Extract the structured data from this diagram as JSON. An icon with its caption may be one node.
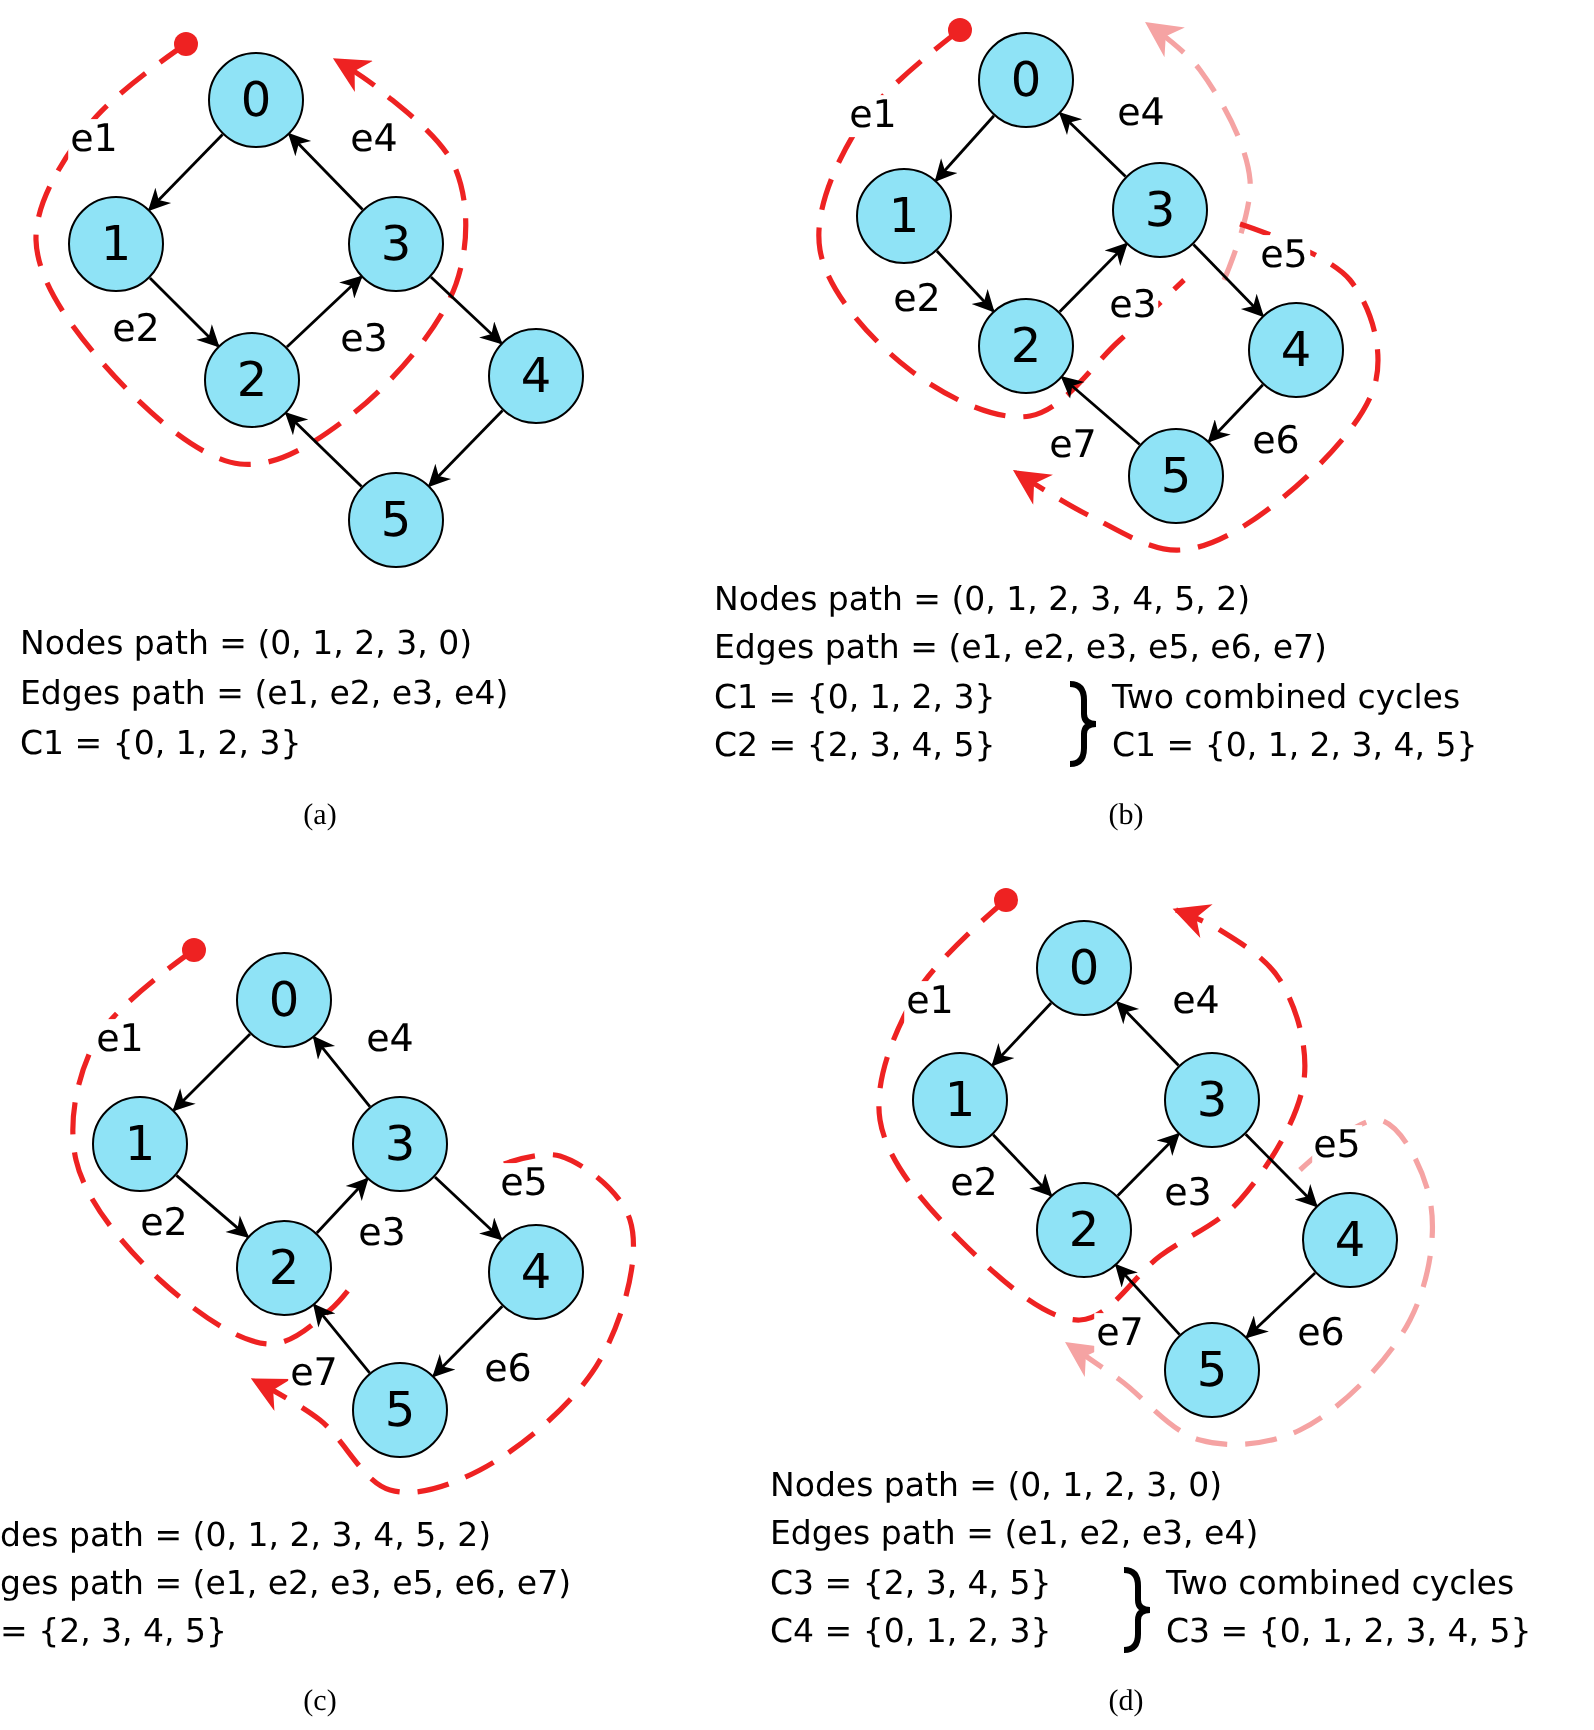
{
  "diagram": {
    "nodes": [
      {
        "text": [
          "0"
        ]
      },
      {
        "text": [
          "1"
        ]
      },
      {
        "text": [
          "3"
        ]
      },
      {
        "text": [
          "2"
        ]
      },
      {
        "text": [
          "4"
        ]
      },
      {
        "text": [
          "5"
        ]
      },
      {
        "text": [
          "0"
        ]
      },
      {
        "text": [
          "1"
        ]
      },
      {
        "text": [
          "3"
        ]
      },
      {
        "text": [
          "2"
        ]
      },
      {
        "text": [
          "4"
        ]
      },
      {
        "text": [
          "5"
        ]
      },
      {
        "text": [
          "0"
        ]
      },
      {
        "text": [
          "1"
        ]
      },
      {
        "text": [
          "3"
        ]
      },
      {
        "text": [
          "2"
        ]
      },
      {
        "text": [
          "4"
        ]
      },
      {
        "text": [
          "5"
        ]
      },
      {
        "text": [
          "0"
        ]
      },
      {
        "text": [
          "1"
        ]
      },
      {
        "text": [
          "3"
        ]
      },
      {
        "text": [
          "2"
        ]
      },
      {
        "text": [
          "4"
        ]
      },
      {
        "text": [
          "5"
        ]
      }
    ],
    "edges": [
      {
        "from": 0,
        "to": 1,
        "arrow": "to",
        "label": "e1"
      },
      {
        "from": 1,
        "to": 3,
        "arrow": "to",
        "label": "e2"
      },
      {
        "from": 3,
        "to": 2,
        "arrow": "to",
        "label": "e3"
      },
      {
        "from": 2,
        "to": 0,
        "arrow": "to",
        "label": "e4"
      },
      {
        "from": 2,
        "to": 4,
        "arrow": "to"
      },
      {
        "from": 4,
        "to": 5,
        "arrow": "to"
      },
      {
        "from": 5,
        "to": 3,
        "arrow": "to"
      },
      {
        "from": 6,
        "to": 7,
        "arrow": "to",
        "label": "e1"
      },
      {
        "from": 7,
        "to": 9,
        "arrow": "to",
        "label": "e2"
      },
      {
        "from": 9,
        "to": 8,
        "arrow": "to",
        "label": "e3"
      },
      {
        "from": 8,
        "to": 6,
        "arrow": "to",
        "label": "e4"
      },
      {
        "from": 8,
        "to": 10,
        "arrow": "to",
        "label": "e5"
      },
      {
        "from": 10,
        "to": 11,
        "arrow": "to",
        "label": "e6"
      },
      {
        "from": 11,
        "to": 9,
        "arrow": "to",
        "label": "e7"
      },
      {
        "from": 12,
        "to": 13,
        "arrow": "to",
        "label": "e1"
      },
      {
        "from": 13,
        "to": 15,
        "arrow": "to",
        "label": "e2"
      },
      {
        "from": 15,
        "to": 14,
        "arrow": "to",
        "label": "e3"
      },
      {
        "from": 14,
        "to": 12,
        "arrow": "to",
        "label": "e4"
      },
      {
        "from": 14,
        "to": 16,
        "arrow": "to",
        "label": "e5"
      },
      {
        "from": 16,
        "to": 17,
        "arrow": "to",
        "label": "e6"
      },
      {
        "from": 17,
        "to": 15,
        "arrow": "to",
        "label": "e7"
      },
      {
        "from": 18,
        "to": 19,
        "arrow": "to",
        "label": "e1"
      },
      {
        "from": 19,
        "to": 21,
        "arrow": "to",
        "label": "e2"
      },
      {
        "from": 21,
        "to": 20,
        "arrow": "to",
        "label": "e3"
      },
      {
        "from": 20,
        "to": 18,
        "arrow": "to",
        "label": "e4"
      },
      {
        "from": 20,
        "to": 22,
        "arrow": "to",
        "label": "e5"
      },
      {
        "from": 22,
        "to": 23,
        "arrow": "to",
        "label": "e6"
      },
      {
        "from": 23,
        "to": 21,
        "arrow": "to",
        "label": "e7"
      }
    ],
    "labels": [
      "Nodes path = (0, 1, 2, 3, 0)",
      "Edges path = (e1, e2, e3, e4)",
      "C1 = {0, 1, 2, 3}",
      "(a)",
      "Nodes path = (0, 1, 2, 3, 4, 5, 2)",
      "Edges path = (e1, e2, e3, e5, e6, e7)",
      "C1 = {0, 1, 2, 3}",
      "Two combined cycles",
      "C2 = {2, 3, 4, 5}",
      "C1 = {0, 1, 2, 3, 4, 5}",
      "(b)",
      "des path = (0, 1, 2, 3, 4, 5, 2)",
      "ges path = (e1, e2, e3, e5, e6, e7)",
      "= {2, 3, 4, 5}",
      "(c)",
      "Nodes path = (0, 1, 2, 3, 0)",
      "Edges path = (e1, e2, e3, e4)",
      "C3 = {2, 3, 4, 5}",
      "Two combined cycles",
      "C4 = {0, 1, 2, 3}",
      "C3 = {0, 1, 2, 3, 4, 5}",
      "(d)"
    ]
  }
}
